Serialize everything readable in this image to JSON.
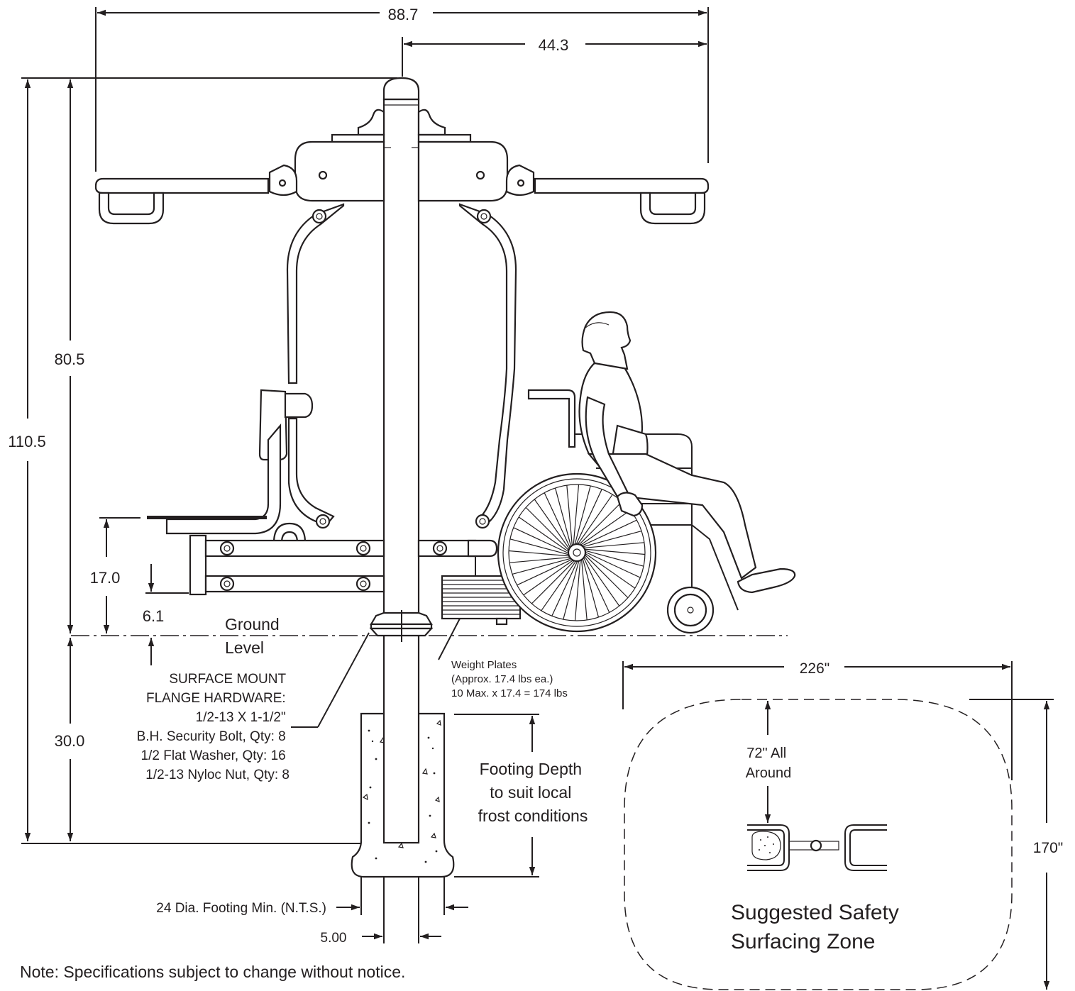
{
  "dimensions": {
    "overall_width": "88.7",
    "half_width": "44.3",
    "total_height": "110.5",
    "above_ground_height": "80.5",
    "seat_height": "17.0",
    "flange_height": "6.1",
    "footing_depth": "30.0",
    "post_diameter": "5.00"
  },
  "labels": {
    "ground_level": [
      "Ground",
      "Level"
    ],
    "flange_hardware": [
      "SURFACE MOUNT",
      "FLANGE HARDWARE:",
      "1/2-13 X 1-1/2\"",
      "B.H. Security Bolt, Qty: 8",
      "1/2 Flat Washer, Qty: 16",
      "1/2-13 Nyloc Nut, Qty: 8"
    ],
    "weight_plates": [
      "Weight Plates",
      "(Approx. 17.4 lbs ea.)",
      "10 Max. x 17.4 = 174 lbs"
    ],
    "footing_depth_note": [
      "Footing Depth",
      "to suit local",
      "frost conditions"
    ],
    "footing_diameter": "24 Dia. Footing Min. (N.T.S.)",
    "note": "Note: Specifications subject to change without notice."
  },
  "safety_zone": {
    "width": "226\"",
    "height": "170\"",
    "clearance": [
      "72\" All",
      "Around"
    ],
    "title": [
      "Suggested Safety",
      "Surfacing Zone"
    ]
  }
}
